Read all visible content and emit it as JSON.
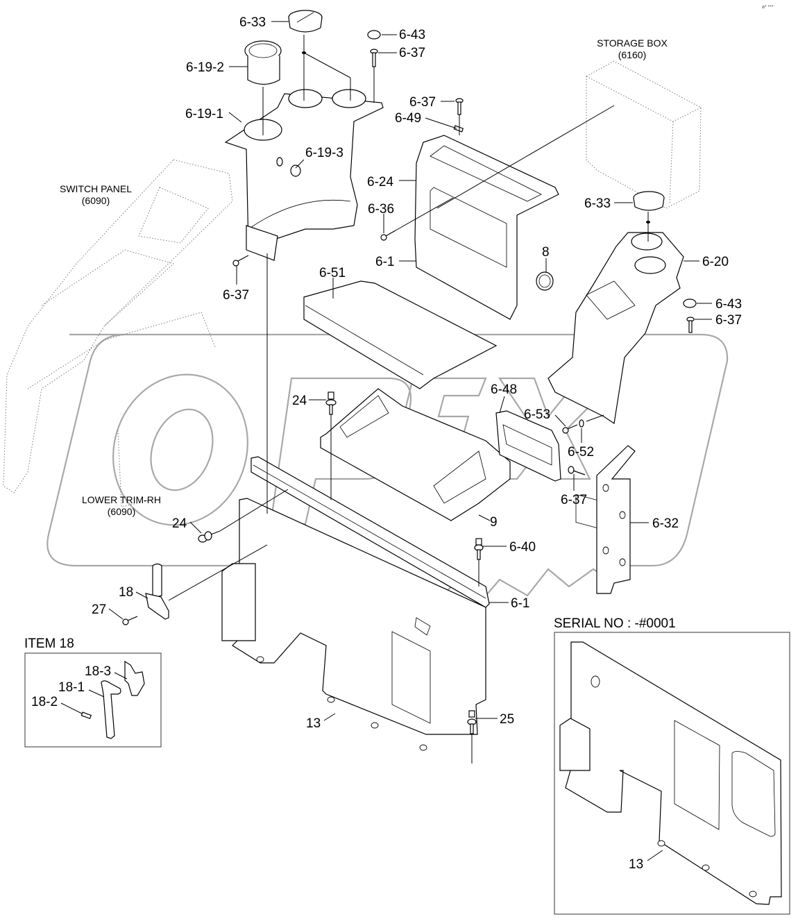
{
  "diagram": {
    "type": "exploded-parts-diagram",
    "corner_mark": "a* ***",
    "watermark": "OPEX",
    "reference_assemblies": [
      {
        "name": "STORAGE BOX",
        "code": "(6160)"
      },
      {
        "name": "SWITCH PANEL",
        "code": "(6090)"
      },
      {
        "name": "LOWER TRIM-RH",
        "code": "(6090)"
      }
    ],
    "callouts": {
      "c_6_33_top": "6-33",
      "c_6_43_top": "6-43",
      "c_6_37_top": "6-37",
      "c_6_19_2": "6-19-2",
      "c_6_19_1": "6-19-1",
      "c_6_19_3": "6-19-3",
      "c_6_37_b": "6-37",
      "c_6_49": "6-49",
      "c_6_24": "6-24",
      "c_6_36": "6-36",
      "c_6_1_top": "6-1",
      "c_8": "8",
      "c_6_37_left": "6-37",
      "c_6_51": "6-51",
      "c_6_33_right": "6-33",
      "c_6_20": "6-20",
      "c_6_43_right": "6-43",
      "c_6_37_right": "6-37",
      "c_24_top": "24",
      "c_6_48": "6-48",
      "c_6_53": "6-53",
      "c_6_52": "6-52",
      "c_6_37_mid": "6-37",
      "c_9": "9",
      "c_6_32": "6-32",
      "c_24_left": "24",
      "c_6_40": "6-40",
      "c_18": "18",
      "c_27": "27",
      "c_6_1_bottom": "6-1",
      "c_13": "13",
      "c_25": "25"
    },
    "inset_item18": {
      "title": "ITEM 18",
      "callouts": [
        "18-3",
        "18-1",
        "18-2"
      ]
    },
    "inset_serial": {
      "title": "SERIAL NO : -#0001",
      "callouts": [
        "13"
      ]
    }
  }
}
